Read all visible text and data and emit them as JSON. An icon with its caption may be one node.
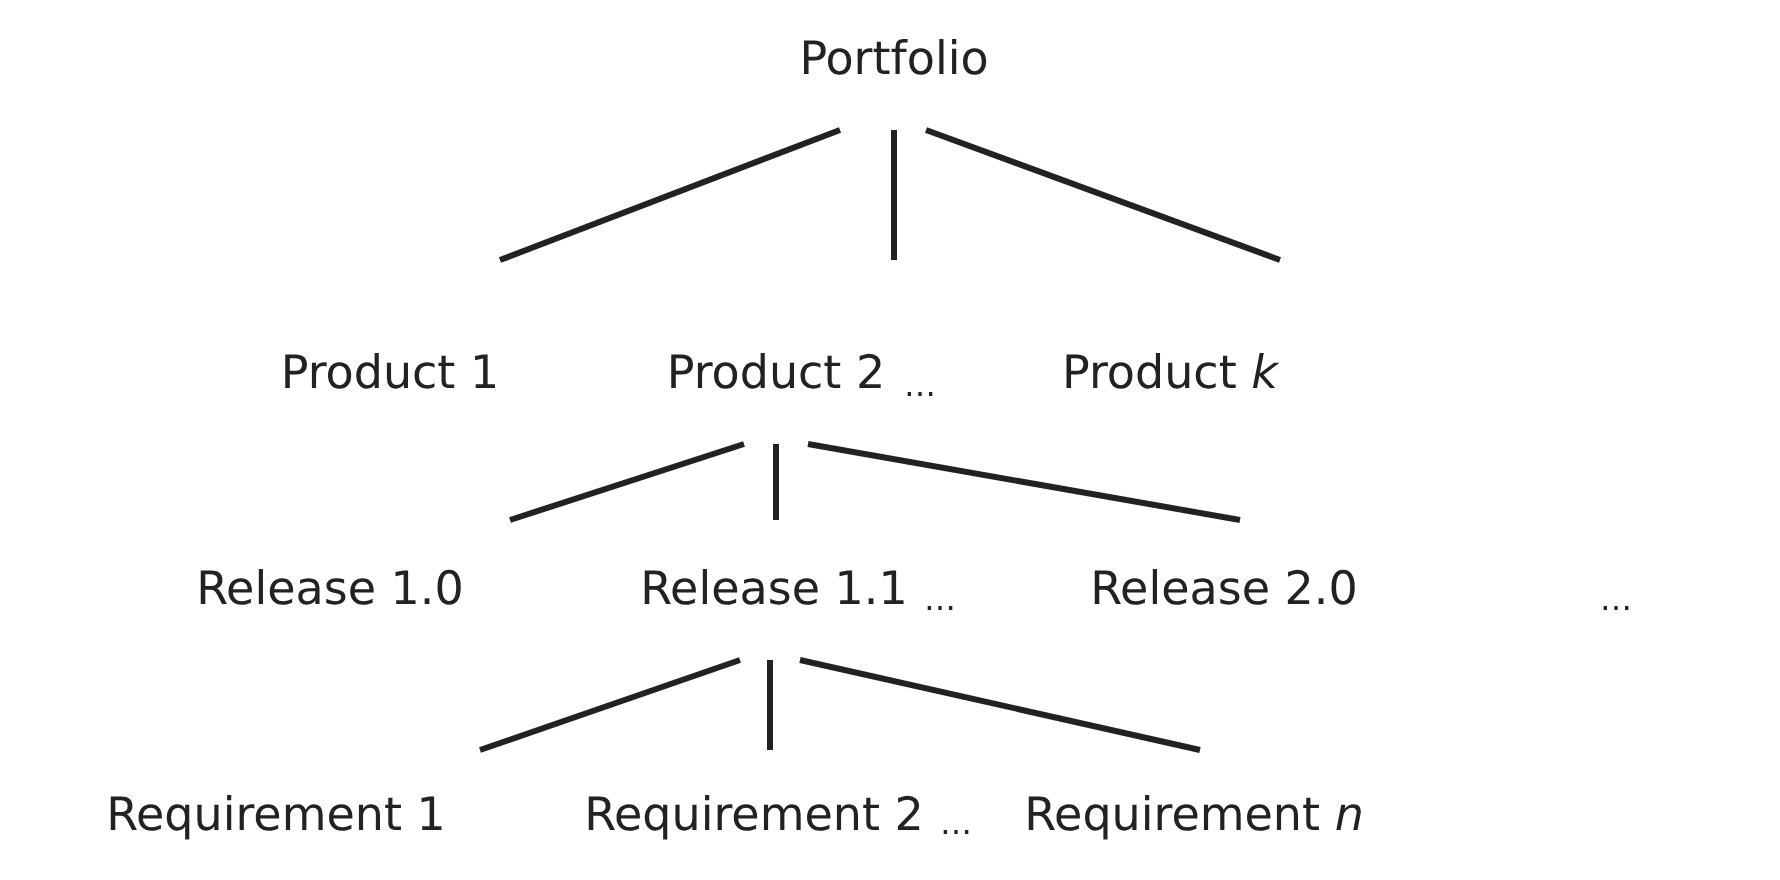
{
  "diagram": {
    "nodes": [
      {
        "text": [
          "Portfolio"
        ]
      },
      {
        "text": [
          "Product 1"
        ]
      },
      {
        "text": [
          "Product 2"
        ]
      },
      {
        "text": [
          "Product *k*"
        ]
      },
      {
        "text": [
          "Release 1.0"
        ]
      },
      {
        "text": [
          "Release 1.1"
        ]
      },
      {
        "text": [
          "Release 2.0"
        ]
      },
      {
        "text": [
          "Requirement 1"
        ]
      },
      {
        "text": [
          "Requirement 2"
        ]
      },
      {
        "text": [
          "Requirement *n*"
        ]
      }
    ],
    "edges": [
      {
        "from": 0,
        "to": 1,
        "arrow": "none"
      },
      {
        "from": 0,
        "to": 2,
        "arrow": "none"
      },
      {
        "from": 0,
        "to": 3,
        "arrow": "none"
      },
      {
        "from": 2,
        "to": 4,
        "arrow": "none"
      },
      {
        "from": 2,
        "to": 5,
        "arrow": "none"
      },
      {
        "from": 2,
        "to": 6,
        "arrow": "none"
      },
      {
        "from": 5,
        "to": 7,
        "arrow": "none"
      },
      {
        "from": 5,
        "to": 8,
        "arrow": "none"
      },
      {
        "from": 5,
        "to": 9,
        "arrow": "none"
      }
    ],
    "labels": [
      "…",
      "…",
      "…",
      "…"
    ]
  }
}
